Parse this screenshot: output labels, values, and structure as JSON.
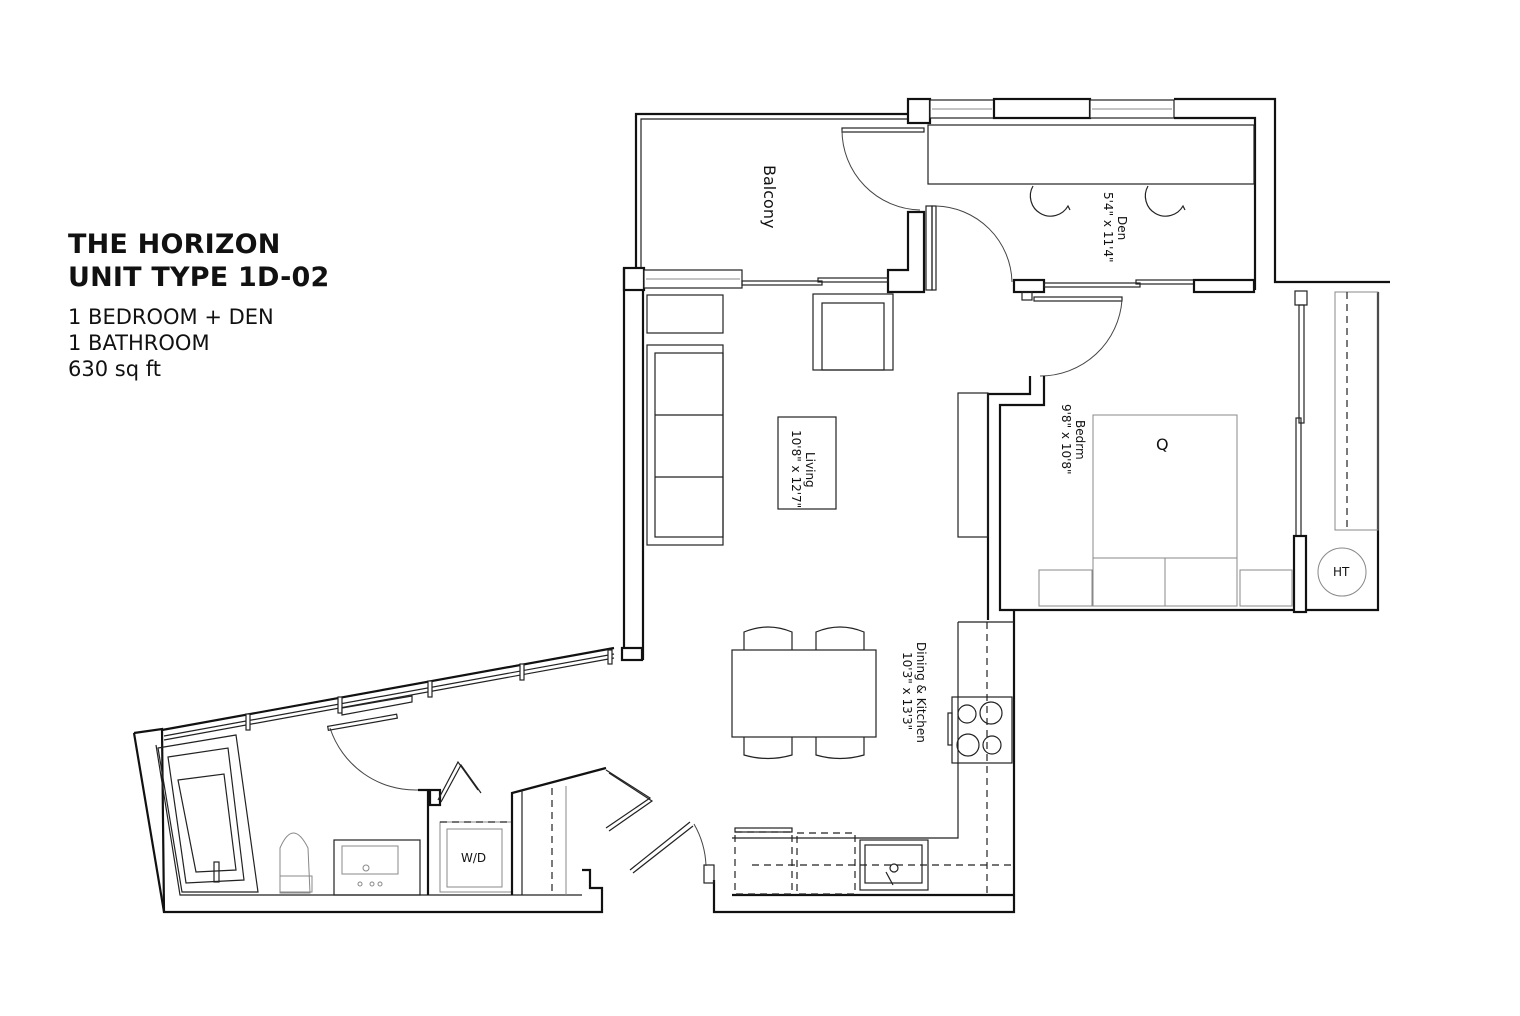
{
  "header": {
    "project_name": "THE HORIZON",
    "unit_type": "UNIT TYPE 1D-02",
    "bedrooms": "1 BEDROOM + DEN",
    "bathrooms": "1 BATHROOM",
    "area": "630 sq ft"
  },
  "rooms": {
    "balcony": {
      "name": "Balcony"
    },
    "den": {
      "name": "Den",
      "size": "5'4\" x 11'4\""
    },
    "living": {
      "name": "Living",
      "size": "10'8\" x 12'7\""
    },
    "bedroom": {
      "name": "Bedrm",
      "size": "9'8\" x 10'8\""
    },
    "dining_kitchen": {
      "name": "Dining & Kitchen",
      "size": "10'3\" x 13'3\""
    }
  },
  "fixtures": {
    "bed_label": "Q",
    "washer_dryer_label": "W/D",
    "hot_water_tank_label": "HT"
  },
  "colors": {
    "line": "#111111",
    "background": "#ffffff",
    "furniture": "#888888"
  }
}
